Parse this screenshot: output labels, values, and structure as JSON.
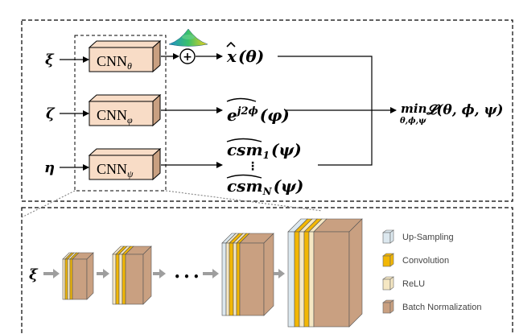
{
  "pipeline": {
    "inputs": [
      "ξ",
      "ζ",
      "η"
    ],
    "networks": [
      {
        "base": "CNN",
        "sub": "θ"
      },
      {
        "base": "CNN",
        "sub": "φ"
      },
      {
        "base": "CNN",
        "sub": "ψ"
      }
    ],
    "combine_symbol": "+",
    "outputs": {
      "image": {
        "hat": "x",
        "arg": "(θ)"
      },
      "phase": {
        "hat": "e",
        "sup": "j2ϕ",
        "arg": "(φ)"
      },
      "csm_first": {
        "base": "csm",
        "sub": "1",
        "arg": "(ψ)"
      },
      "csm_dots": "⋮",
      "csm_last": {
        "base": "csm",
        "sub": "N",
        "arg": "(ψ)"
      }
    },
    "objective": {
      "op": "min",
      "under": "θ,ϕ,ψ",
      "func": "𝓛",
      "arg": "(θ, ϕ, ψ)"
    }
  },
  "detail": {
    "input": "ξ",
    "ellipsis": "• • •",
    "legend": [
      {
        "label": "Up-Sampling",
        "color": "#dce8ef"
      },
      {
        "label": "Convolution",
        "color": "#f2b705"
      },
      {
        "label": "ReLU",
        "color": "#f5e7c3"
      },
      {
        "label": "Batch Normalization",
        "color": "#c9a081"
      }
    ]
  },
  "colors": {
    "cnn_fill": "#f8dcc6",
    "cnn_side": "#c9a081",
    "upsample": "#dce8ef",
    "conv": "#f2b705",
    "relu": "#f5e7c3",
    "bn": "#c9a081",
    "arrow_gray": "#9e9e9e"
  }
}
